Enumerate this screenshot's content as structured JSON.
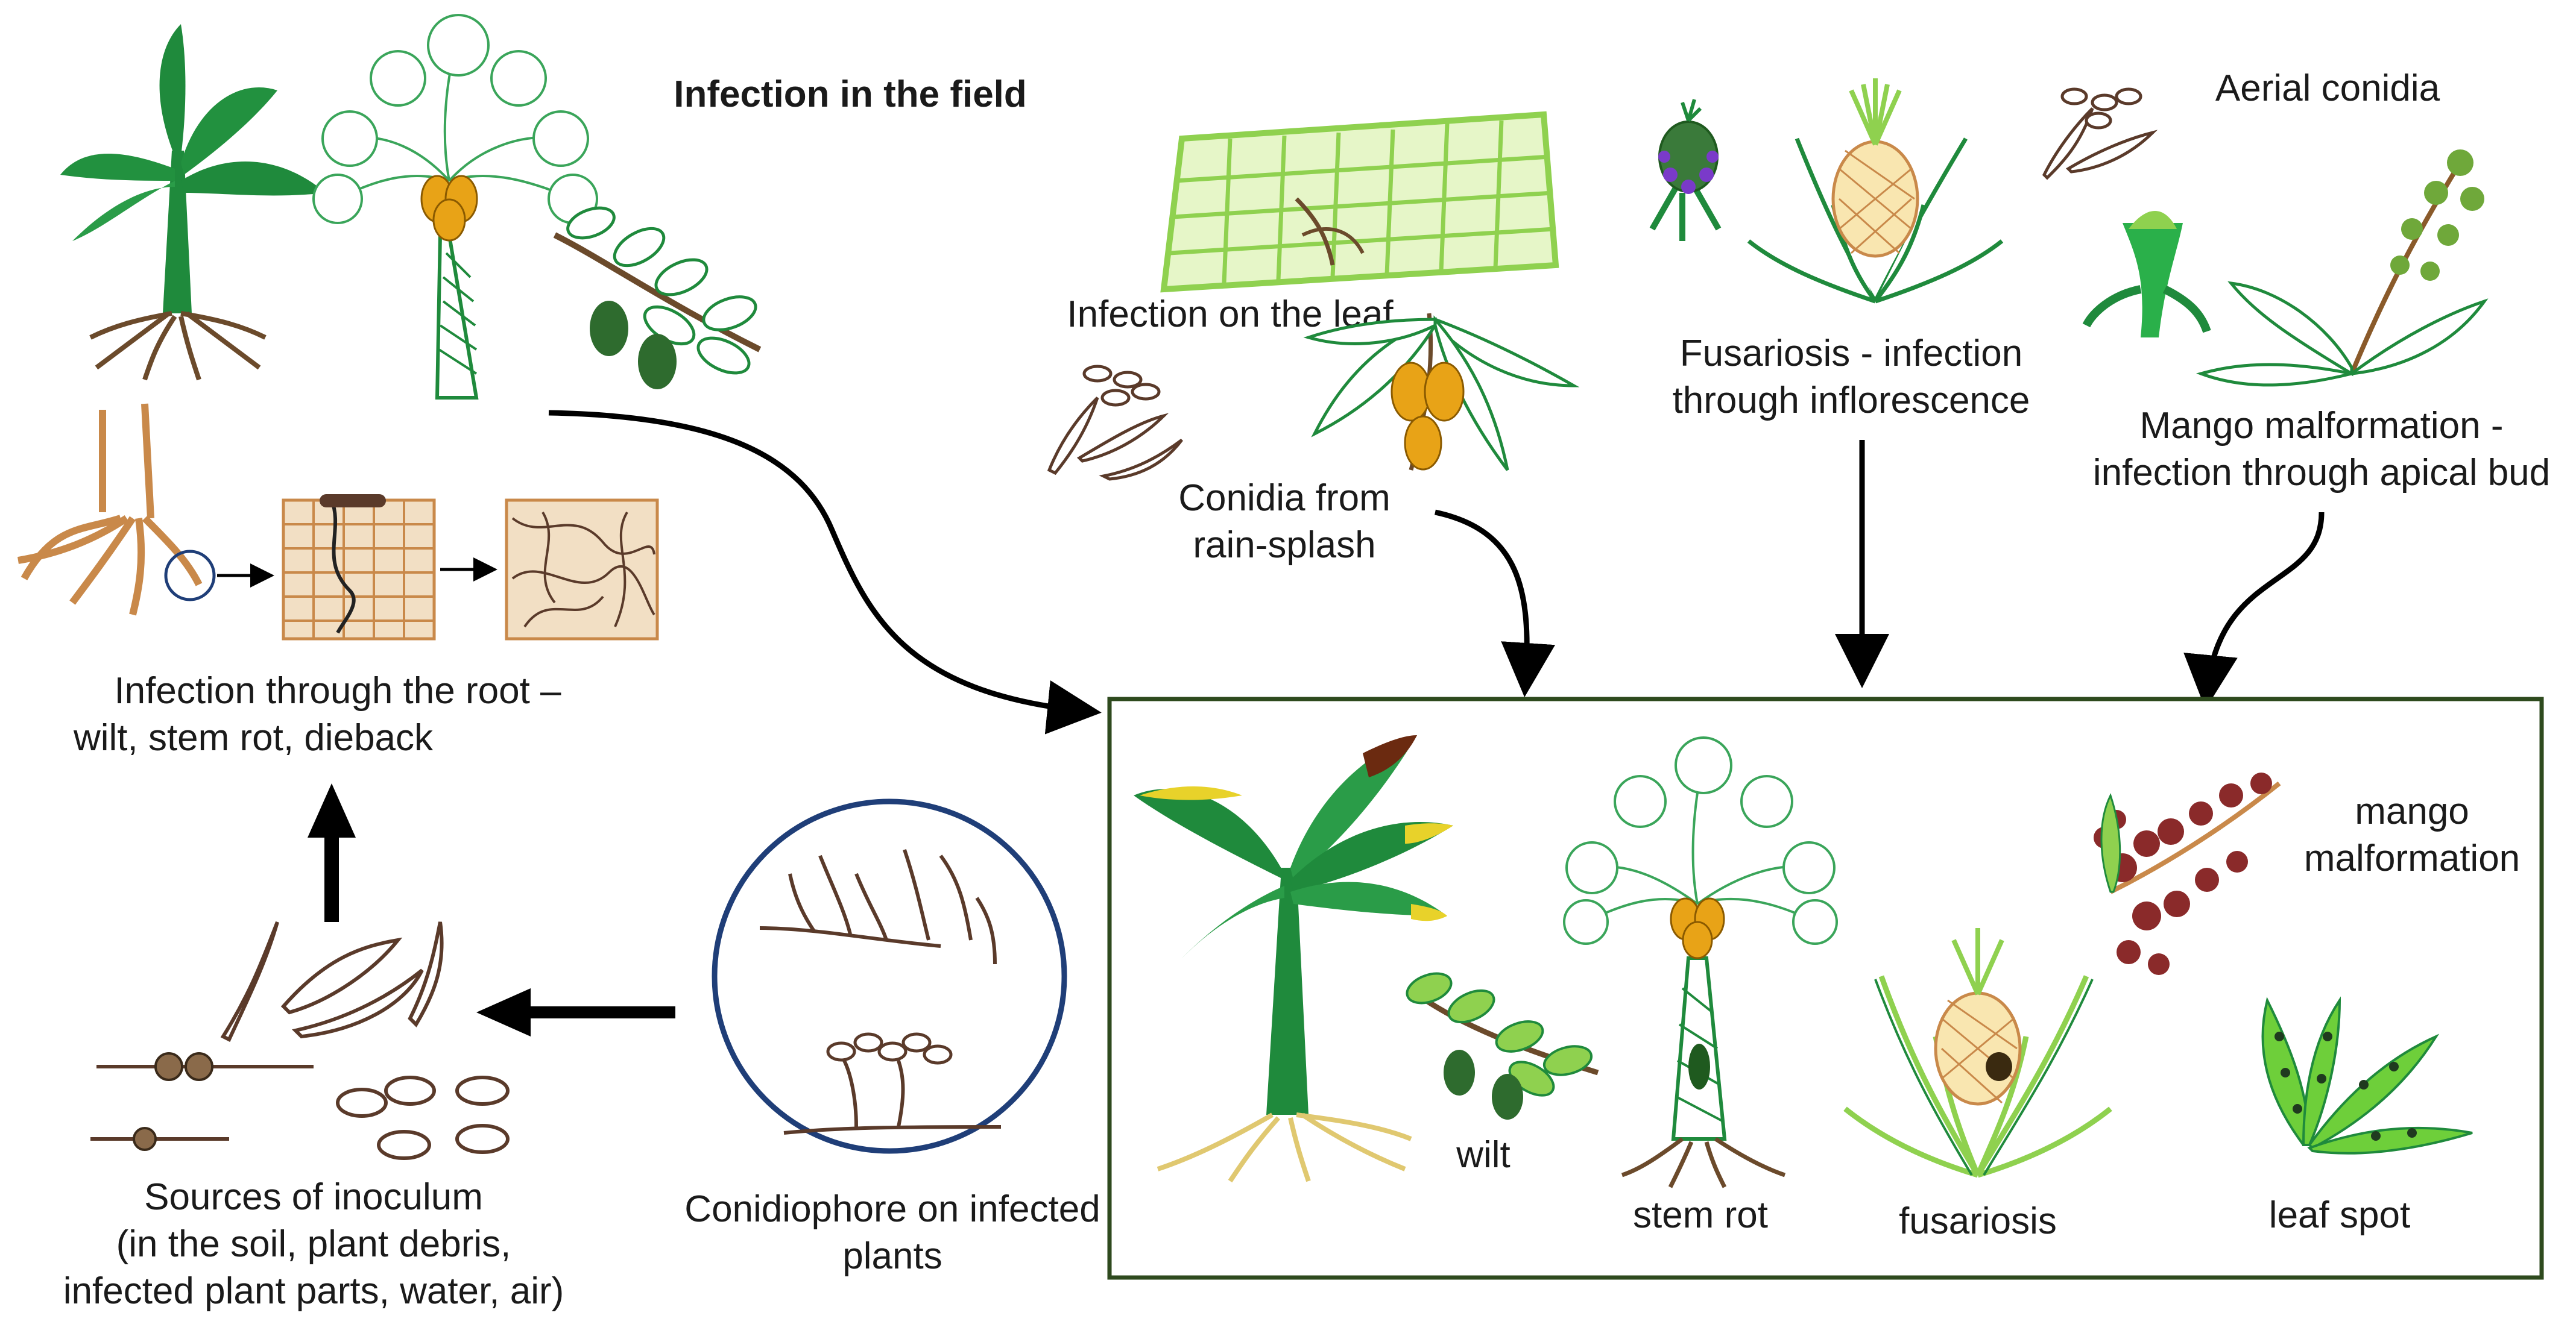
{
  "title": "Infection in the field",
  "labels": {
    "aerial_conidia": "Aerial  conidia",
    "infection_leaf": "Infection on the leaf",
    "fusariosis_line1": "Fusariosis - infection",
    "fusariosis_line2": "through inflorescence",
    "mango_line1": "Mango malformation -",
    "mango_line2": "infection through apical bud",
    "rain_line1": "Conidia from",
    "rain_line2": "rain-splash",
    "root_line1": "Infection through the root –",
    "root_line2": "wilt, stem rot, dieback",
    "sources_line1": "Sources of inoculum",
    "sources_line2": "(in the soil, plant debris,",
    "sources_line3": "infected plant parts, water, air)",
    "conidiophore_line1": "Conidiophore on infected",
    "conidiophore_line2": "plants"
  },
  "symptoms": {
    "mango_line1": "mango",
    "mango_line2": "malformation",
    "wilt": "wilt",
    "stem_rot": "stem rot",
    "fusariosis": "fusariosis",
    "leaf_spot": "leaf spot"
  },
  "colors": {
    "plant_green": "#1f8a3c",
    "leaf_light": "#8fd14f",
    "papaya_fruit": "#e8a317",
    "root_brown": "#6b4a2b",
    "fungal_brown": "#5a3a2a",
    "infected_tissue": "#c9894a",
    "box_border": "#2e4a1e",
    "circle_border": "#1f3e78",
    "arrow": "#000000"
  }
}
